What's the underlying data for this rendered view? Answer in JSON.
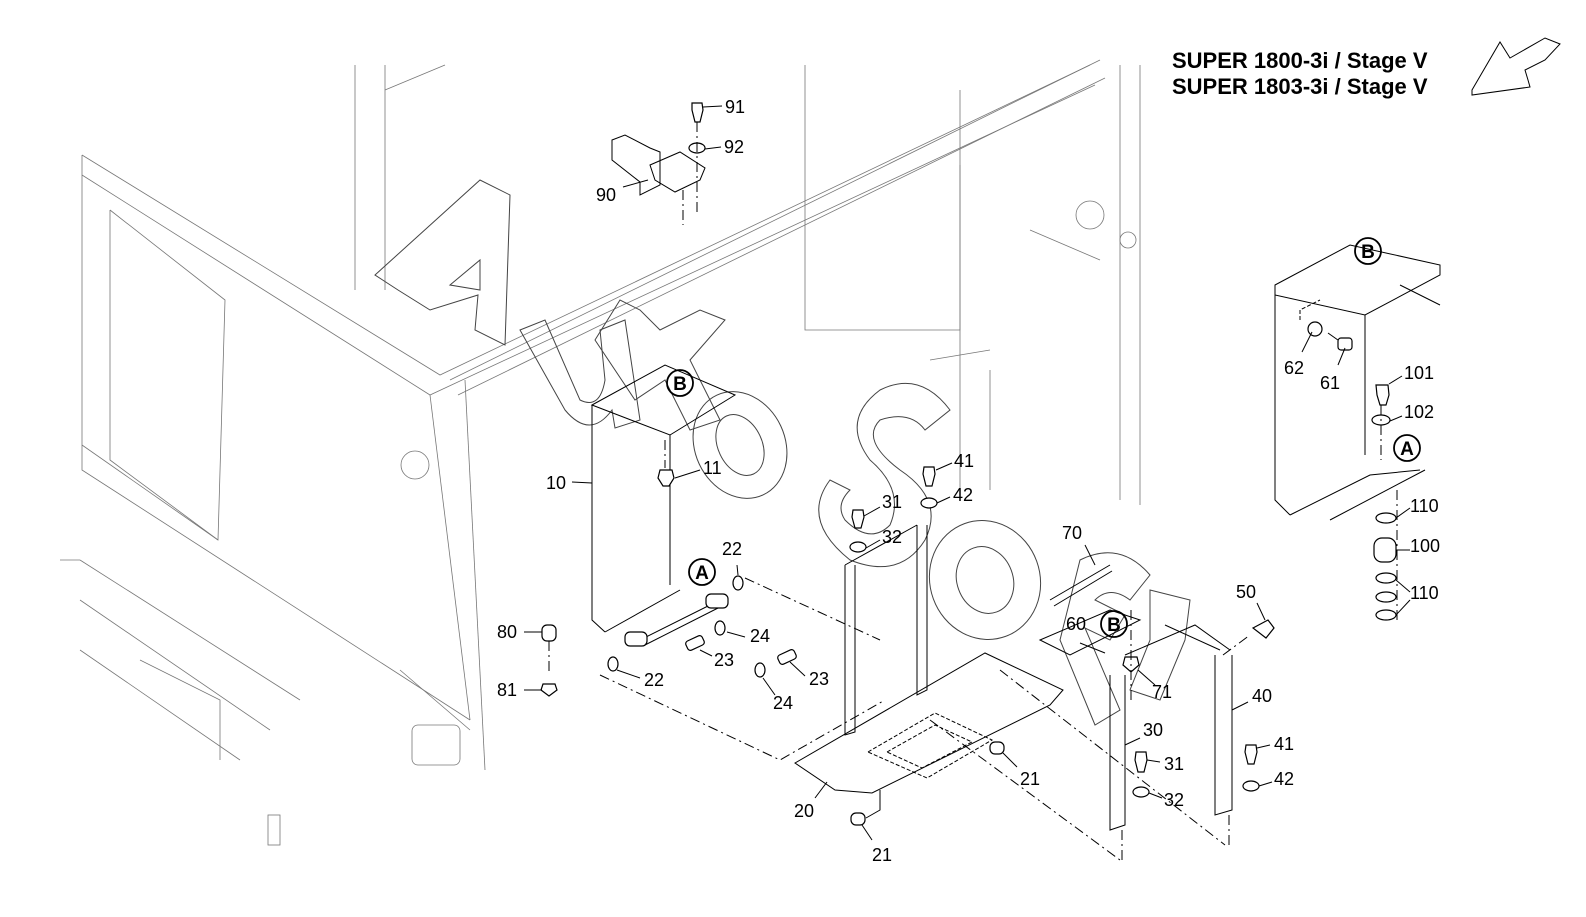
{
  "header": {
    "model_lines": [
      "SUPER 1800-3i / Stage V",
      "SUPER 1803-3i / Stage V"
    ],
    "direction_arrow": "front-direction-arrow"
  },
  "watermark": {
    "text": "AutoSoft",
    "letters": [
      "A",
      "u",
      "t",
      "o",
      "S",
      "o",
      "f"
    ]
  },
  "callouts": [
    {
      "id": "B",
      "label": "B",
      "ref": "detail-top-right"
    },
    {
      "id": "B",
      "label": "B",
      "ref": "battery-box-top"
    },
    {
      "id": "B",
      "label": "B",
      "ref": "bracket-60"
    },
    {
      "id": "A",
      "label": "A",
      "ref": "detail-right"
    },
    {
      "id": "A",
      "label": "A",
      "ref": "battery-box-hinge"
    }
  ],
  "part_labels": [
    {
      "num": "91"
    },
    {
      "num": "92"
    },
    {
      "num": "90"
    },
    {
      "num": "62"
    },
    {
      "num": "61"
    },
    {
      "num": "101"
    },
    {
      "num": "102"
    },
    {
      "num": "110"
    },
    {
      "num": "100"
    },
    {
      "num": "110"
    },
    {
      "num": "10"
    },
    {
      "num": "11"
    },
    {
      "num": "41"
    },
    {
      "num": "42"
    },
    {
      "num": "31"
    },
    {
      "num": "32"
    },
    {
      "num": "70"
    },
    {
      "num": "22"
    },
    {
      "num": "80"
    },
    {
      "num": "24"
    },
    {
      "num": "23"
    },
    {
      "num": "22"
    },
    {
      "num": "23"
    },
    {
      "num": "81"
    },
    {
      "num": "24"
    },
    {
      "num": "50"
    },
    {
      "num": "60"
    },
    {
      "num": "71"
    },
    {
      "num": "40"
    },
    {
      "num": "30"
    },
    {
      "num": "41"
    },
    {
      "num": "31"
    },
    {
      "num": "42"
    },
    {
      "num": "32"
    },
    {
      "num": "21"
    },
    {
      "num": "20"
    },
    {
      "num": "21"
    }
  ]
}
